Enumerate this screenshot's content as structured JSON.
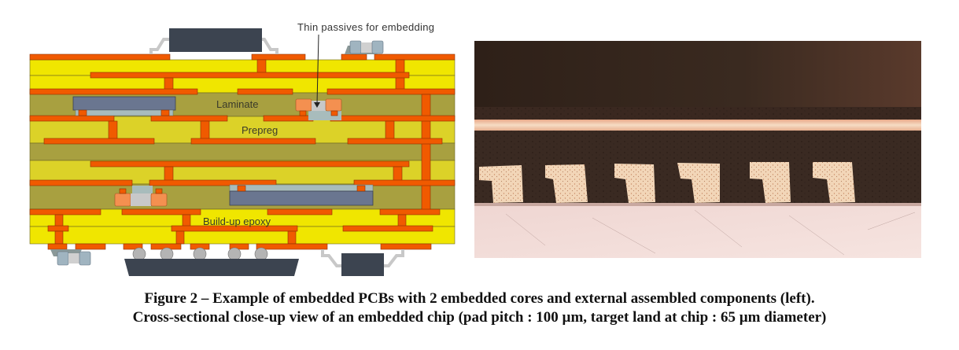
{
  "figure": {
    "number": "Figure 2",
    "caption_line1": "Figure 2 – Example of embedded PCBs with 2 embedded cores and external assembled components (left).",
    "caption_line2": "Cross-sectional close-up view of an embedded chip (pad pitch : 100 µm, target land at chip : 65 µm diameter)"
  },
  "diagram": {
    "annotation": "Thin passives for embedding",
    "layer_labels": {
      "laminate": "Laminate",
      "prepreg": "Prepreg",
      "buildup": "Build-up epoxy"
    },
    "colors": {
      "copper": "#f05a00",
      "buildup_yellow": "#f0e600",
      "prepreg_yellow": "#dcd228",
      "laminate_olive": "#a8a040",
      "chip_body": "#3c4450",
      "embedded_die": "#6a7690",
      "underfill": "#a8bcbc",
      "passive_end": "#f49050",
      "passive_body": "#c8c8c8",
      "solder_ball": "#b4b4b4"
    }
  },
  "photo": {
    "description": "Cross-section micrograph of embedded chip pads",
    "pad_count": 6,
    "colors": {
      "dark": "#3a2a22",
      "copper_light": "#f0d2b0",
      "substrate": "#f2dcd8"
    }
  }
}
